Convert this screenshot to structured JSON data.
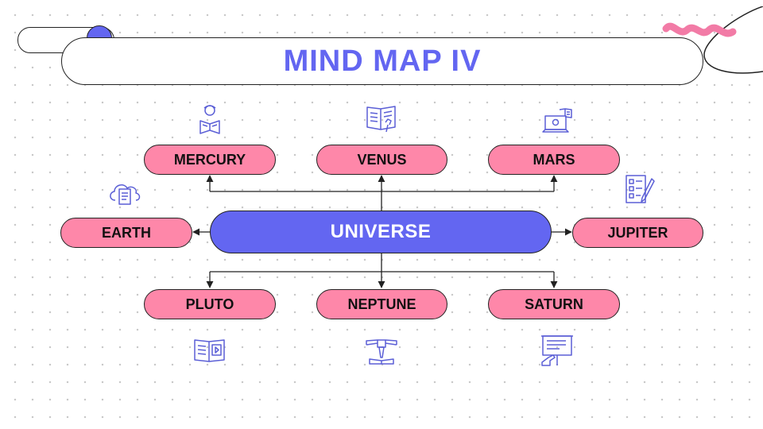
{
  "title": "MIND MAP IV",
  "center": "UNIVERSE",
  "nodes": {
    "mercury": "MERCURY",
    "venus": "VENUS",
    "mars": "MARS",
    "earth": "EARTH",
    "jupiter": "JUPITER",
    "pluto": "PLUTO",
    "neptune": "NEPTUNE",
    "saturn": "SATURN"
  },
  "colors": {
    "accent": "#6366f1",
    "node": "#fe87a9",
    "squiggle": "#f27ba6",
    "outline": "#222222"
  },
  "icons": {
    "mercury": "reading-person-icon",
    "venus": "open-book-icon",
    "mars": "laptop-book-icon",
    "earth": "cloud-document-icon",
    "jupiter": "checklist-icon",
    "pluto": "ebook-icon",
    "neptune": "pen-on-book-icon",
    "saturn": "presentation-board-icon"
  }
}
